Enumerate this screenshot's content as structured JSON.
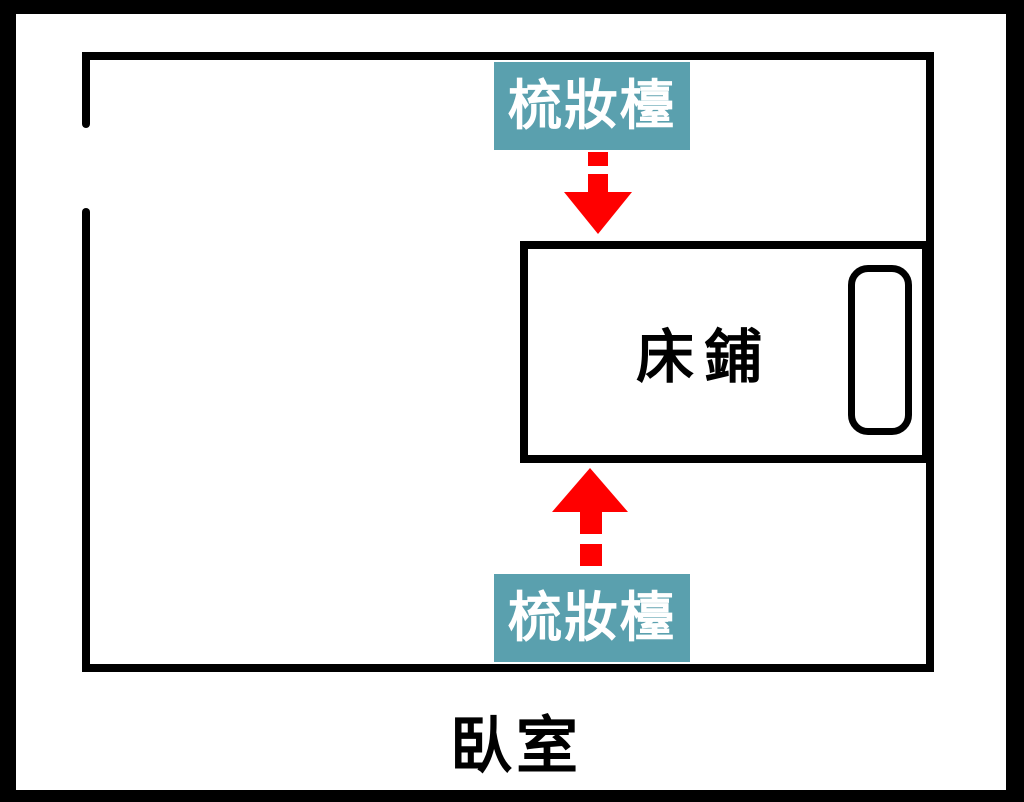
{
  "diagram": {
    "room_label": "臥室",
    "bed_label": "床鋪",
    "dresser_top_label": "梳妝檯",
    "dresser_bottom_label": "梳妝檯"
  },
  "colors": {
    "background_frame": "#000000",
    "canvas": "#ffffff",
    "wall": "#000000",
    "label_box": "#5aa0ae",
    "arrow": "#ff0000",
    "label_text": "#ffffff"
  },
  "icons": {
    "door_gap": "door-opening",
    "arrow_top": "arrow-down-dashed",
    "arrow_bottom": "arrow-up-dashed",
    "pillow": "pillow-rounded-rect"
  }
}
